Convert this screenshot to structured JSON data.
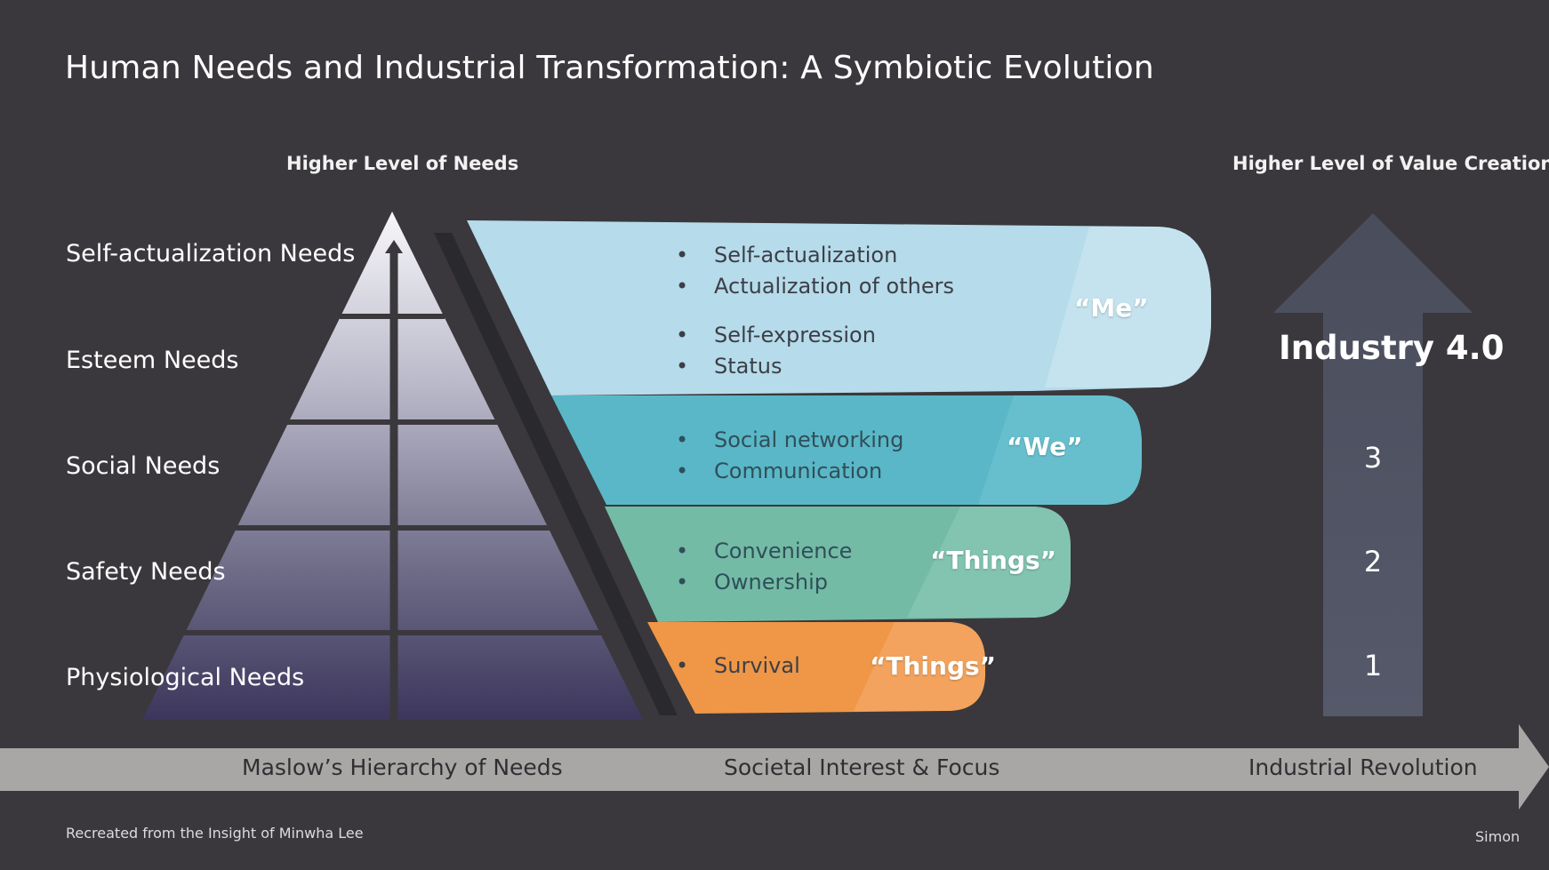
{
  "title": "Human Needs and Industrial Transformation: A Symbiotic Evolution",
  "left_heading": "Higher Level of Needs",
  "right_heading": "Higher Level of Value Creation",
  "maslow_levels": [
    "Self-actualization Needs",
    "Esteem Needs",
    "Social Needs",
    "Safety Needs",
    "Physiological Needs"
  ],
  "tiers": [
    {
      "tag": "“Me”",
      "color": "#b6dbeb",
      "items_a": [
        "Self-actualization",
        "Actualization of others"
      ],
      "items_b": [
        "Self-expression",
        "Status"
      ]
    },
    {
      "tag": "“We”",
      "color": "#5ab7c7",
      "items": [
        "Social networking",
        "Communication"
      ]
    },
    {
      "tag": "“Things”",
      "color": "#74bba5",
      "items": [
        "Convenience",
        "Ownership"
      ]
    },
    {
      "tag": "“Things”",
      "color": "#ef9747",
      "items": [
        "Survival"
      ]
    }
  ],
  "industry": {
    "label": "Industry 4.0",
    "numbers": [
      "3",
      "2",
      "1"
    ]
  },
  "axis": {
    "left": "Maslow’s Hierarchy of Needs",
    "middle": "Societal Interest & Focus",
    "right": "Industrial Revolution"
  },
  "footer_left": "Recreated from the Insight of Minwha Lee",
  "footer_right": "Simon"
}
